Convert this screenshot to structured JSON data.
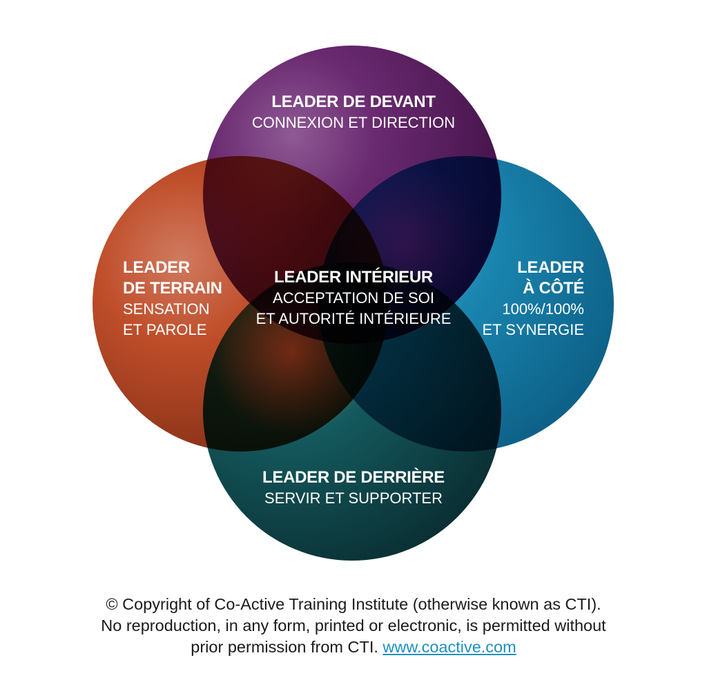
{
  "circles": {
    "top": {
      "title": "LEADER DE DEVANT",
      "subtitle": "CONNEXION ET DIRECTION",
      "color": "#6a2a70"
    },
    "left": {
      "title_lines": [
        "LEADER",
        "DE TERRAIN"
      ],
      "subtitle_lines": [
        "SENSATION",
        "ET PAROLE"
      ],
      "color": "#c0502a"
    },
    "right": {
      "title_lines": [
        "LEADER",
        "À CÔTÉ"
      ],
      "subtitle_lines": [
        "100%/100%",
        "ET SYNERGIE"
      ],
      "color": "#1a86b0"
    },
    "bottom": {
      "title": "LEADER DE DERRIÈRE",
      "subtitle": "SERVIR ET SUPPORTER",
      "color": "#124f55"
    },
    "center": {
      "title": "LEADER INTÉRIEUR",
      "subtitle_lines": [
        "ACCEPTATION DE SOI",
        "ET AUTORITÉ INTÉRIEURE"
      ]
    }
  },
  "footer": {
    "line1": "© Copyright of Co-Active Training Institute (otherwise known as CTI).",
    "line2": "No reproduction, in any form, printed or electronic, is permitted without",
    "line3": "prior permission from CTI.",
    "link": "www.coactive.com"
  }
}
